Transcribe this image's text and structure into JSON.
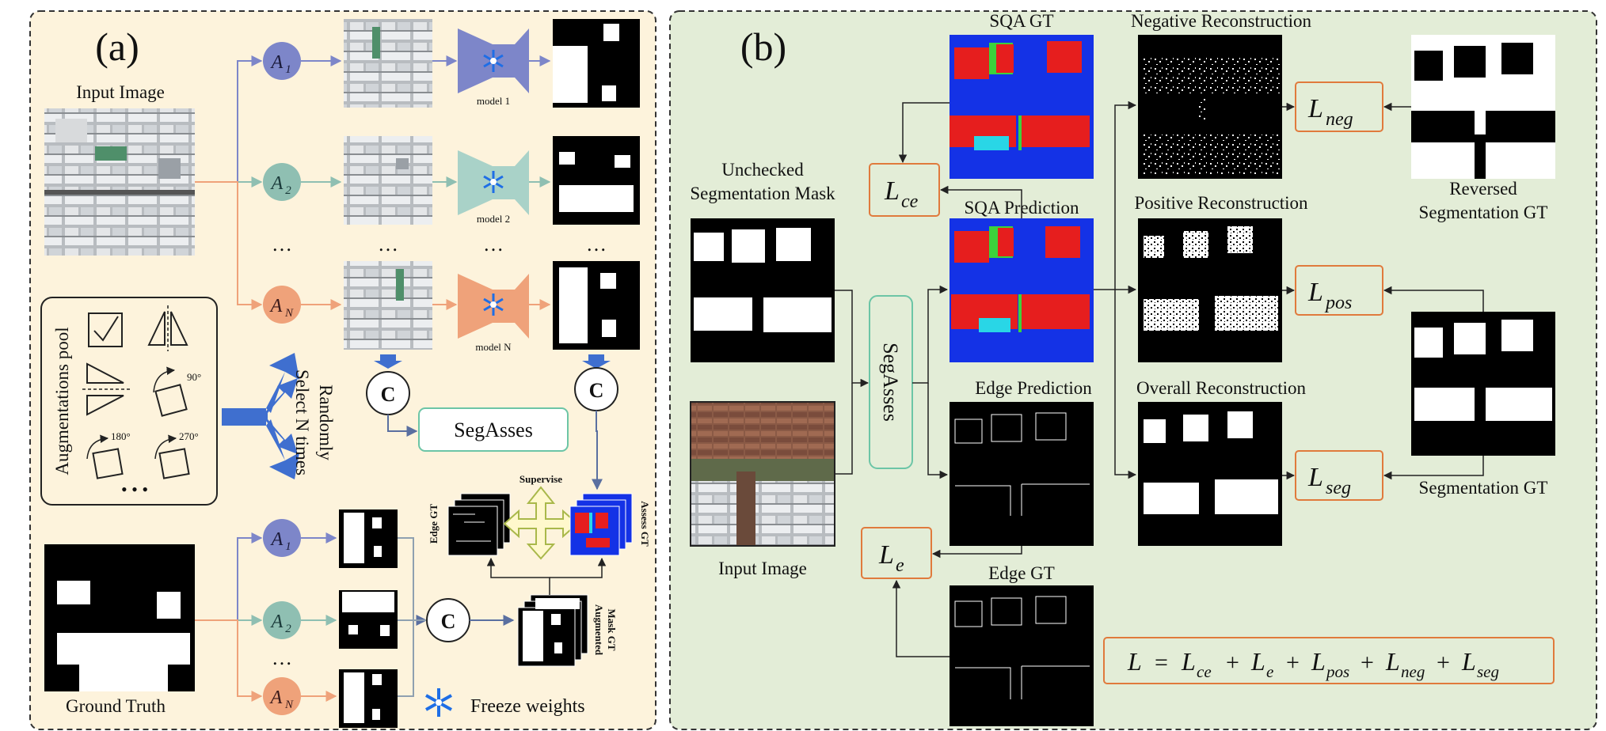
{
  "panel_a": {
    "label": "(a)",
    "input_image": "Input Image",
    "aug_pool": "Augmentations pool",
    "randomly": "Randomly",
    "select_n": "Select N times",
    "rot90": "90°",
    "rot180": "180°",
    "rot270": "270°",
    "ellipsis": "• • •",
    "dots": "…",
    "a1": "A1",
    "a2": "A2",
    "an": "AN",
    "a_sym": "A",
    "sub1": "1",
    "sub2": "2",
    "subN": "N",
    "model1": "model 1",
    "model2": "model 2",
    "modelN": "model N",
    "concat": "C",
    "segasses": "SegAsses",
    "supervise": "Supervise",
    "edge_gt": "Edge GT",
    "assess_gt": "Assess GT",
    "augmented_mask_gt_1": "Augmented",
    "augmented_mask_gt_2": "Mask GT",
    "ground_truth": "Ground Truth",
    "freeze_weights": "Freeze weights"
  },
  "panel_b": {
    "label": "(b)",
    "sqa_gt": "SQA GT",
    "sqa_pred": "SQA Prediction",
    "edge_pred": "Edge Prediction",
    "edge_gt": "Edge GT",
    "unchecked_1": "Unchecked",
    "unchecked_2": "Segmentation Mask",
    "input_image": "Input Image",
    "segasses": "SegAsses",
    "neg_recon": "Negative Reconstruction",
    "pos_recon": "Positive Reconstruction",
    "overall_recon": "Overall Reconstruction",
    "reversed_1": "Reversed",
    "reversed_2": "Segmentation GT",
    "seg_gt": "Segmentation GT",
    "l_sym": "L",
    "ce": "ce",
    "e": "e",
    "neg": "neg",
    "pos": "pos",
    "seg": "seg",
    "eq": "=",
    "plus": "+"
  },
  "colors": {
    "panel_a_bg": "#fdf3dc",
    "panel_b_bg": "#e3edd7",
    "aug_blue": "#7d86c9",
    "aug_teal": "#8fbfb2",
    "aug_orange": "#efa27a",
    "arrow_blue": "#3f6fcf",
    "segasses_border": "#6cc5a6",
    "loss_border": "#e07a3c",
    "sqa_blue": "#1432e6",
    "sqa_red": "#e61e1e",
    "sqa_cyan": "#29d6e6",
    "sqa_green": "#3cd23c"
  }
}
